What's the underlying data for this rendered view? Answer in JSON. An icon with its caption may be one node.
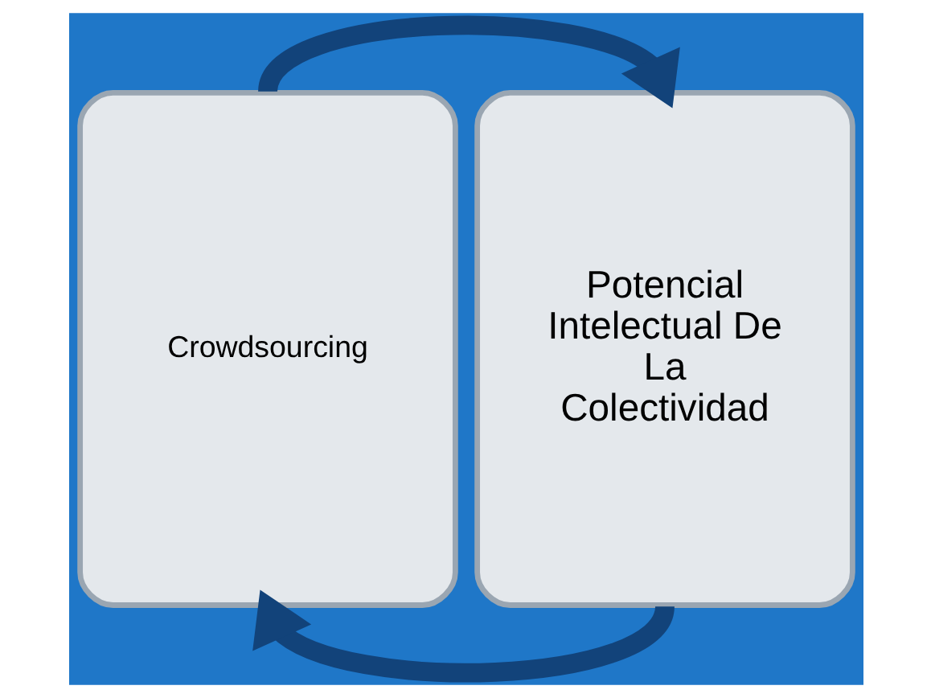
{
  "diagram": {
    "nodes": [
      {
        "text": [
          "Crowdsourcing"
        ]
      },
      {
        "text": [
          "Potencial Intelectual De La Colectividad"
        ]
      }
    ],
    "edges": [
      {
        "from": 0,
        "to": 1,
        "arrow": "to"
      },
      {
        "from": 1,
        "to": 0,
        "arrow": "to"
      }
    ]
  }
}
